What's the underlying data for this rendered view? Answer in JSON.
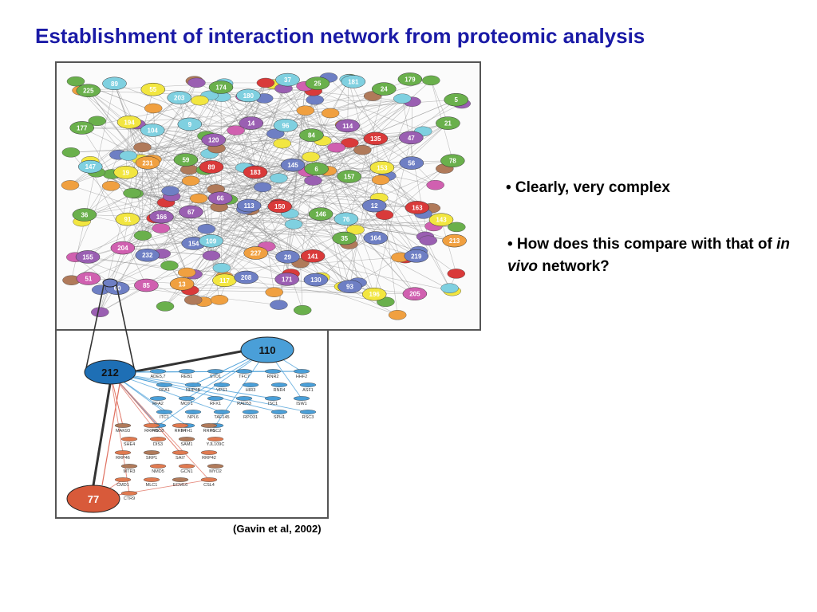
{
  "title": "Establishment of interaction network from proteomic analysis",
  "bullets": {
    "b1": "• Clearly, very complex",
    "b2_pre": "• How does this compare with that of ",
    "b2_em": "in vivo",
    "b2_post": " network?"
  },
  "citation": "(Gavin et al, 2002)",
  "colors": {
    "title": "#1a1aa6",
    "blue": "#6e7fc4",
    "cyan": "#7fd0e0",
    "green": "#6ab04c",
    "yellow": "#f2e640",
    "purple": "#9a5fb2",
    "red": "#d93a3a",
    "orange": "#f0a040",
    "magenta": "#d060b0",
    "brown": "#b07a5a"
  },
  "hub_nodes": [
    {
      "name": "212",
      "color": "#1e6fb5"
    },
    {
      "name": "110",
      "color": "#4a9fd8"
    },
    {
      "name": "77",
      "color": "#d85a3a"
    }
  ],
  "network_nodes": [
    {
      "label": "225",
      "c": "green"
    },
    {
      "label": "89",
      "c": "cyan"
    },
    {
      "label": "55",
      "c": "yellow"
    },
    {
      "label": "203",
      "c": "cyan"
    },
    {
      "label": "174",
      "c": "green"
    },
    {
      "label": "180",
      "c": "cyan"
    },
    {
      "label": "37",
      "c": "cyan"
    },
    {
      "label": "25",
      "c": "green"
    },
    {
      "label": "181",
      "c": "cyan"
    },
    {
      "label": "24",
      "c": "green"
    },
    {
      "label": "179",
      "c": "green"
    },
    {
      "label": "5",
      "c": "green"
    },
    {
      "label": "177",
      "c": "green"
    },
    {
      "label": "194",
      "c": "yellow"
    },
    {
      "label": "104",
      "c": "cyan"
    },
    {
      "label": "9",
      "c": "cyan"
    },
    {
      "label": "120",
      "c": "purple"
    },
    {
      "label": "14",
      "c": "purple"
    },
    {
      "label": "96",
      "c": "cyan"
    },
    {
      "label": "84",
      "c": "green"
    },
    {
      "label": "114",
      "c": "purple"
    },
    {
      "label": "135",
      "c": "red"
    },
    {
      "label": "47",
      "c": "purple"
    },
    {
      "label": "21",
      "c": "green"
    },
    {
      "label": "147",
      "c": "cyan"
    },
    {
      "label": "19",
      "c": "yellow"
    },
    {
      "label": "231",
      "c": "orange"
    },
    {
      "label": "59",
      "c": "green"
    },
    {
      "label": "89",
      "c": "red"
    },
    {
      "label": "183",
      "c": "red"
    },
    {
      "label": "145",
      "c": "blue"
    },
    {
      "label": "6",
      "c": "green"
    },
    {
      "label": "157",
      "c": "green"
    },
    {
      "label": "153",
      "c": "yellow"
    },
    {
      "label": "56",
      "c": "blue"
    },
    {
      "label": "78",
      "c": "green"
    },
    {
      "label": "36",
      "c": "green"
    },
    {
      "label": "91",
      "c": "yellow"
    },
    {
      "label": "166",
      "c": "purple"
    },
    {
      "label": "67",
      "c": "purple"
    },
    {
      "label": "66",
      "c": "purple"
    },
    {
      "label": "113",
      "c": "blue"
    },
    {
      "label": "150",
      "c": "red"
    },
    {
      "label": "146",
      "c": "green"
    },
    {
      "label": "76",
      "c": "cyan"
    },
    {
      "label": "12",
      "c": "blue"
    },
    {
      "label": "163",
      "c": "red"
    },
    {
      "label": "143",
      "c": "yellow"
    },
    {
      "label": "155",
      "c": "purple"
    },
    {
      "label": "204",
      "c": "magenta"
    },
    {
      "label": "232",
      "c": "blue"
    },
    {
      "label": "154",
      "c": "blue"
    },
    {
      "label": "109",
      "c": "cyan"
    },
    {
      "label": "227",
      "c": "orange"
    },
    {
      "label": "29",
      "c": "blue"
    },
    {
      "label": "141",
      "c": "red"
    },
    {
      "label": "35",
      "c": "green"
    },
    {
      "label": "164",
      "c": "blue"
    },
    {
      "label": "219",
      "c": "blue"
    },
    {
      "label": "213",
      "c": "orange"
    },
    {
      "label": "51",
      "c": "magenta"
    },
    {
      "label": "60",
      "c": "blue"
    },
    {
      "label": "85",
      "c": "magenta"
    },
    {
      "label": "13",
      "c": "orange"
    },
    {
      "label": "117",
      "c": "yellow"
    },
    {
      "label": "208",
      "c": "blue"
    },
    {
      "label": "171",
      "c": "purple"
    },
    {
      "label": "130",
      "c": "blue"
    },
    {
      "label": "93",
      "c": "blue"
    },
    {
      "label": "196",
      "c": "yellow"
    },
    {
      "label": "205",
      "c": "magenta"
    }
  ],
  "subnetwork_labels": [
    "ADE5,7",
    "REB1",
    "STO1",
    "TFC7",
    "RNR2",
    "HHF2",
    "RFA1",
    "NHP6B",
    "VPS1",
    "HIR3",
    "RNR4",
    "ASF1",
    "RFA2",
    "MOT1",
    "RFX1",
    "RAD53",
    "ISC1",
    "ISW1",
    "ITC1",
    "NPL6",
    "TAF145",
    "RPO31",
    "SPH1",
    "RSC3",
    "RSC8",
    "STH1",
    "RSC2",
    "MAK93",
    "RRP45",
    "RRP4",
    "RRP6",
    "SHE4",
    "DIS3",
    "SAM1",
    "YJL109C",
    "RRP46",
    "SRP1",
    "SAI7",
    "RRP42",
    "MTR3",
    "NMD5",
    "GCN1",
    "MYO2",
    "CMD1",
    "MLC1",
    "ECM16",
    "CSL4",
    "CTR9"
  ]
}
